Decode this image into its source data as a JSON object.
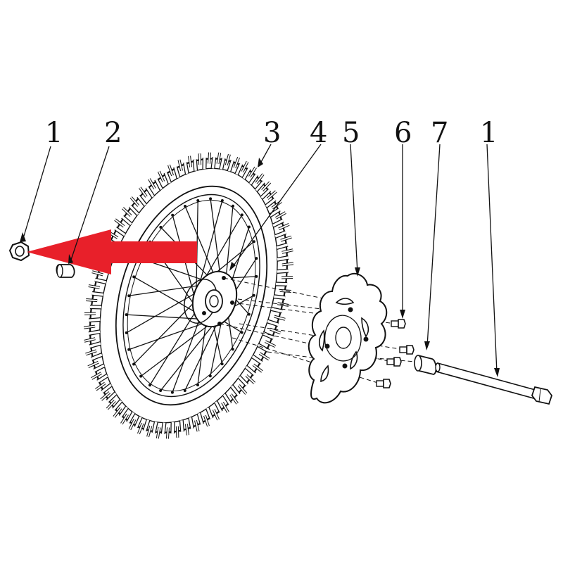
{
  "callouts": [
    {
      "id": "c1a",
      "label": "1"
    },
    {
      "id": "c2",
      "label": "2"
    },
    {
      "id": "c3",
      "label": "3"
    },
    {
      "id": "c4",
      "label": "4"
    },
    {
      "id": "c5",
      "label": "5"
    },
    {
      "id": "c6",
      "label": "6"
    },
    {
      "id": "c7",
      "label": "7"
    },
    {
      "id": "c1b",
      "label": "1"
    }
  ],
  "colors": {
    "line": "#111111",
    "arrow": "#e8202a",
    "background": "#ffffff"
  }
}
